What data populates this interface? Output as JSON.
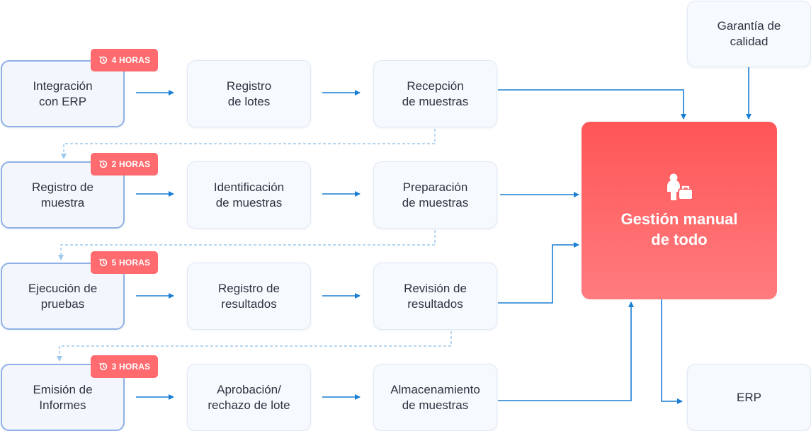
{
  "rows": [
    {
      "start": "Integración\ncon ERP",
      "badge": "4 HORAS",
      "middle": "Registro\nde lotes",
      "end": "Recepción\nde muestras"
    },
    {
      "start": "Registro de\nmuestra",
      "badge": "2 HORAS",
      "middle": "Identificación\nde muestras",
      "end": "Preparación\nde muestras"
    },
    {
      "start": "Ejecución de\npruebas",
      "badge": "5 HORAS",
      "middle": "Registro de\nresultados",
      "end": "Revisión de\nresultados"
    },
    {
      "start": "Emisión de\nInformes",
      "badge": "3 HORAS",
      "middle": "Aprobación/\nrechazo de lote",
      "end": "Almacenamiento\nde muestras"
    }
  ],
  "center": {
    "title": "Gestión manual\nde todo",
    "icon": "person-briefcase-icon"
  },
  "quality": "Garantía de\ncalidad",
  "erp": "ERP",
  "badge_icon": "clock-history-icon",
  "colors": {
    "accent_red": "#ff5a5c",
    "arrow_blue": "#1a7fd4",
    "dashed_blue": "#9cc8ec",
    "start_border": "#8fb1e6"
  }
}
